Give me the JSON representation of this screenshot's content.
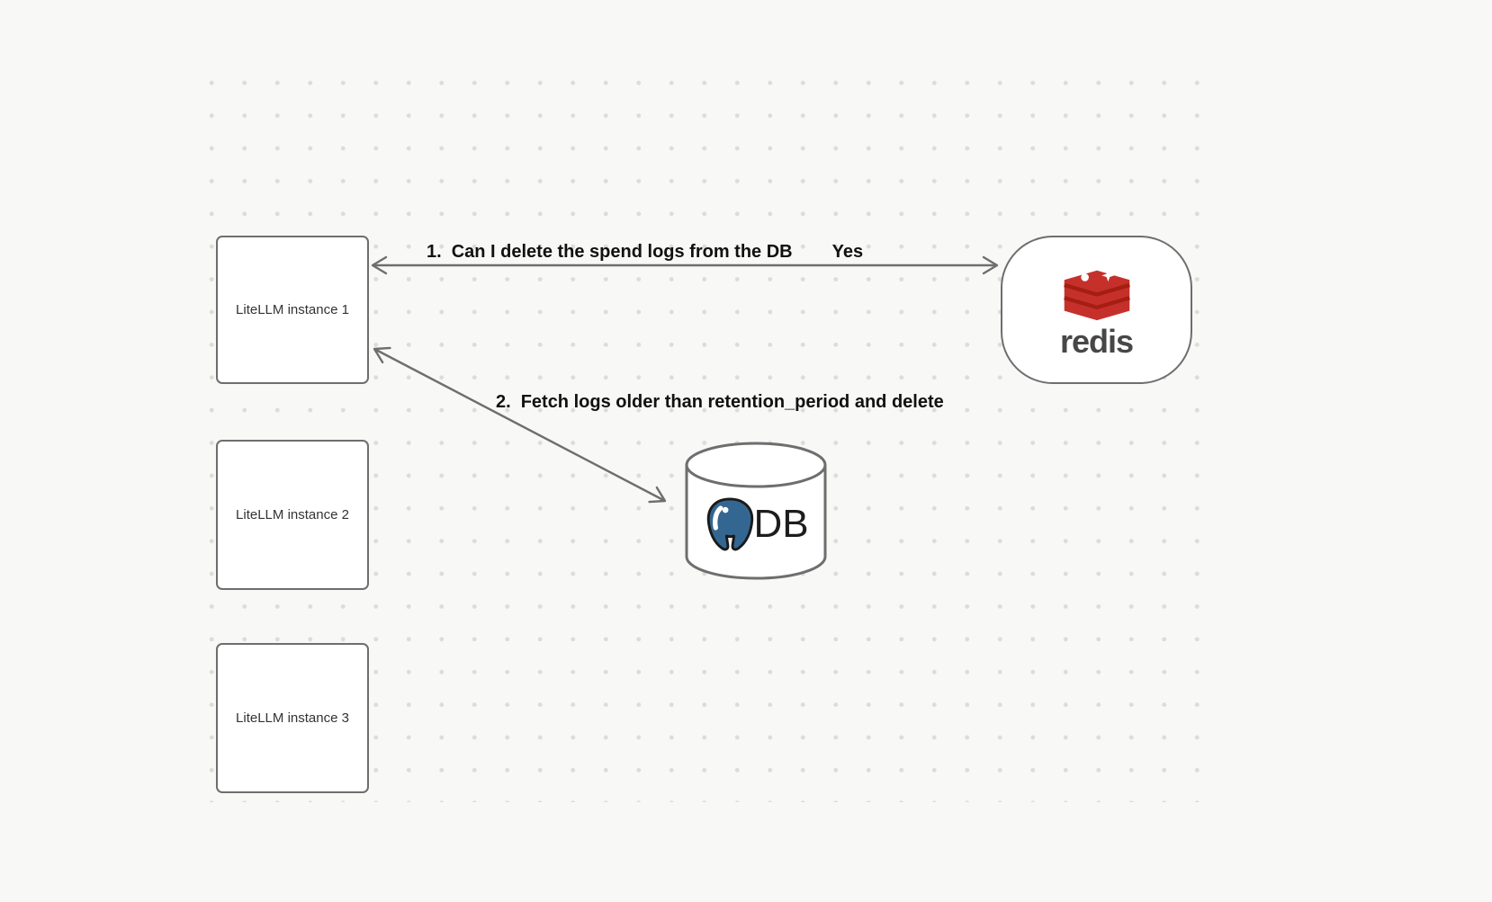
{
  "colors": {
    "background": "#f8f8f7",
    "dot": "#dcdcda",
    "node_border": "#6e6e6e",
    "node_fill": "#ffffff",
    "arrow": "#6e6e6e",
    "label_text": "#111111",
    "node_text": "#333333",
    "redis_red": "#c6302b",
    "redis_dark_red": "#a41e11",
    "redis_wordmark": "#474747",
    "postgres_blue": "#336791",
    "postgres_outline": "#1a1a1a",
    "db_text": "#1d1d1d"
  },
  "nodes": {
    "litellm_instances": [
      {
        "label": "LiteLLM instance 1"
      },
      {
        "label": "LiteLLM instance 2"
      },
      {
        "label": "LiteLLM instance 3"
      }
    ],
    "redis": {
      "wordmark": "redis"
    },
    "db": {
      "label": "DB"
    }
  },
  "edges": {
    "edge1": {
      "number": "1.",
      "text": "Can I delete the spend logs from the DB",
      "response": "Yes"
    },
    "edge2": {
      "number": "2.",
      "text": "Fetch logs older than retention_period and delete"
    }
  }
}
